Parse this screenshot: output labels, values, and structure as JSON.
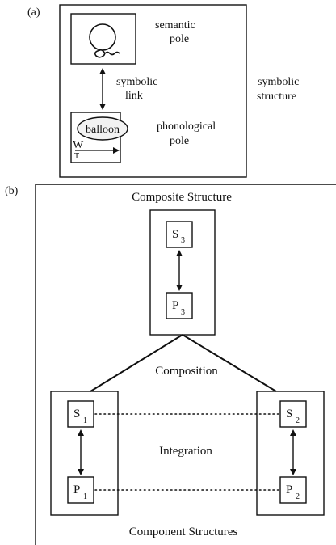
{
  "panel_a": {
    "label": "(a)",
    "semantic_pole": [
      "semantic",
      "pole"
    ],
    "symbolic_link": [
      "symbolic",
      "link"
    ],
    "symbolic_structure": [
      "symbolic",
      "structure"
    ],
    "balloon": "balloon",
    "phonological_pole": [
      "phonological",
      "pole"
    ],
    "w_label": "W",
    "t_label": "T"
  },
  "panel_b": {
    "label": "(b)",
    "composite_title": "Composite Structure",
    "composition": "Composition",
    "integration": "Integration",
    "component_title": "Component Structures",
    "nodes": {
      "s3": {
        "main": "S",
        "sub": "3"
      },
      "p3": {
        "main": "P",
        "sub": "3"
      },
      "s1": {
        "main": "S",
        "sub": "1"
      },
      "p1": {
        "main": "P",
        "sub": "1"
      },
      "s2": {
        "main": "S",
        "sub": "2"
      },
      "p2": {
        "main": "P",
        "sub": "2"
      }
    }
  },
  "colors": {
    "ink": "#111111",
    "balloon_fill": "#f2f2f2"
  }
}
